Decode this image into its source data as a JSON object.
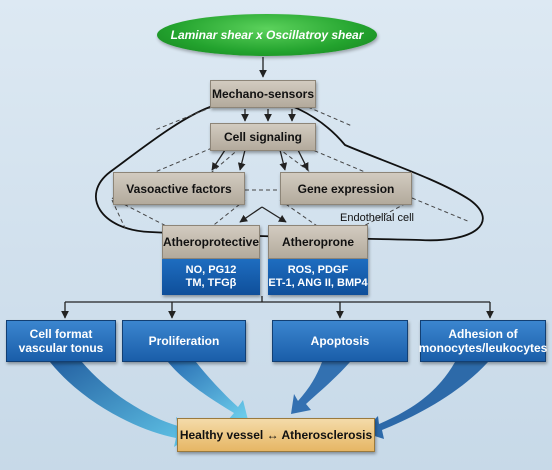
{
  "header": {
    "label": "Laminar shear x Oscillatroy shear"
  },
  "sensors": {
    "label": "Mechano-sensors"
  },
  "signaling": {
    "label": "Cell signaling"
  },
  "vasoactive": {
    "label": "Vasoactive factors"
  },
  "gene": {
    "label": "Gene expression"
  },
  "endothelial": {
    "label": "Endothelial cell"
  },
  "atheroprotective": {
    "label": "Atheroprotective",
    "line1": "NO, PG12",
    "line2": "TM, TFGβ"
  },
  "atheroprone": {
    "label": "Atheroprone",
    "line1": "ROS, PDGF",
    "line2": "ET-1, ANG II, BMP4"
  },
  "outcomes": [
    {
      "line1": "Cell format",
      "line2": "vascular tonus"
    },
    {
      "line1": "Proliferation",
      "line2": ""
    },
    {
      "line1": "Apoptosis",
      "line2": ""
    },
    {
      "line1": "Adhesion of",
      "line2": "monocytes/leukocytes"
    }
  ],
  "final": {
    "label": "Healthy vessel ↔ Atherosclerosis"
  },
  "colors": {
    "background": "#d4e3ef",
    "ellipse": "#23a32e",
    "gray_box": "#bdb4a7",
    "blue_box": "#1a5ea9",
    "final_box": "#eec47a",
    "arrow_cyan": "#48b6dc"
  }
}
